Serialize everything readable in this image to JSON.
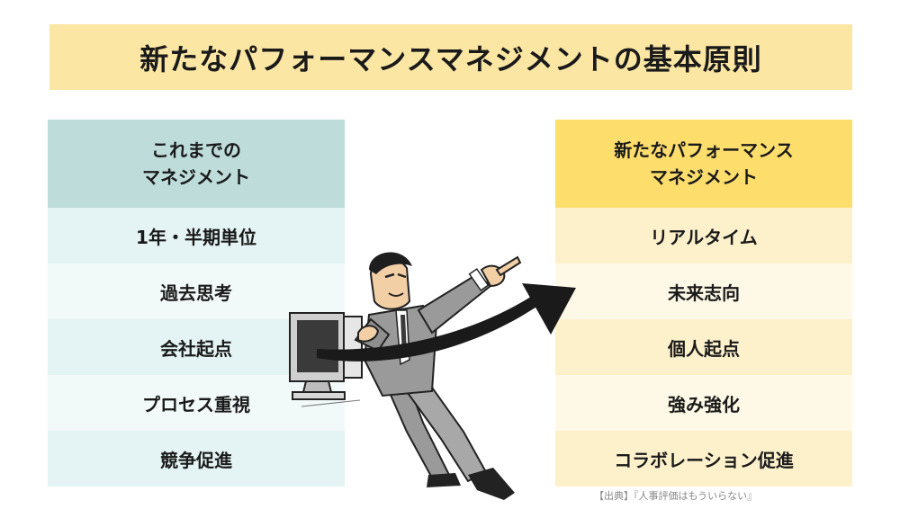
{
  "title": "新たなパフォーマンスマネジメントの基本原則",
  "left": {
    "header": [
      "これまでの",
      "マネジメント"
    ],
    "rows": [
      "1年・半期単位",
      "過去思考",
      "会社起点",
      "プロセス重視",
      "競争促進"
    ]
  },
  "right": {
    "header": [
      "新たなパフォーマンス",
      "マネジメント"
    ],
    "rows": [
      "リアルタイム",
      "未来志向",
      "個人起点",
      "強み強化",
      "コラボレーション促進"
    ]
  },
  "source": "【出典】『人事評価はもういらない』",
  "colors": {
    "title_bg": "#fbe6a3",
    "left_header_bg": "#bddcda",
    "right_header_bg": "#fddd6c",
    "suit": "#9a9a9a",
    "arrow": "#1a1a1a"
  }
}
